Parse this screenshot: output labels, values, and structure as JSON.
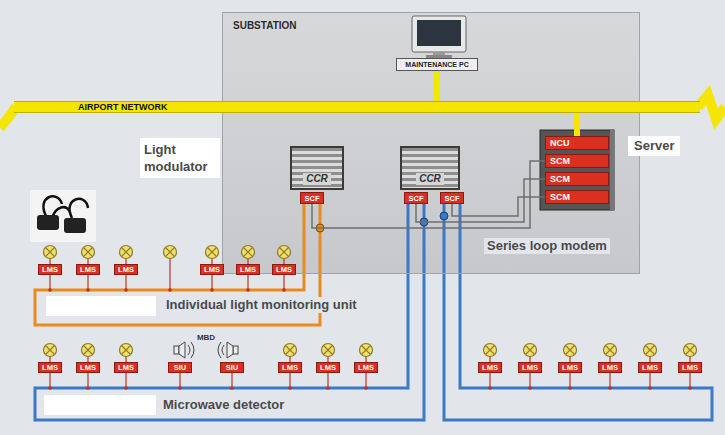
{
  "diagram": {
    "nodes": [
      {
        "text": [
          "SUBSTATION"
        ]
      },
      {
        "text": [
          "MAINTENANCE PC"
        ],
        "in": 0
      },
      {
        "text": [
          "AIRPORT NETWORK"
        ]
      },
      {
        "text": [
          "CCR"
        ],
        "in": 0
      },
      {
        "text": [
          "CCR"
        ],
        "in": 0
      },
      {
        "text": [
          "NCU"
        ],
        "in": 0
      },
      {
        "text": [
          "SCF"
        ],
        "in": 0
      },
      {
        "text": [
          "SCF"
        ],
        "in": 0
      },
      {
        "text": [
          "SCF"
        ],
        "in": 0
      },
      {
        "text": [
          "SCM"
        ],
        "in": 0
      },
      {
        "text": [
          "SCM"
        ],
        "in": 0
      },
      {
        "text": [
          "SCM"
        ],
        "in": 0
      },
      {
        "text": [
          "LMS"
        ]
      },
      {
        "text": [
          "LMS"
        ]
      },
      {
        "text": [
          "LMS"
        ]
      },
      {
        "text": [
          "LMS"
        ]
      },
      {
        "text": [
          "LMS"
        ]
      },
      {
        "text": [
          "LMS"
        ]
      },
      {
        "text": [
          "LMS"
        ]
      },
      {
        "text": [
          "LMS"
        ]
      },
      {
        "text": [
          "LMS"
        ]
      },
      {
        "text": [
          "SIU"
        ]
      },
      {
        "text": [
          "SIU"
        ]
      },
      {
        "text": [
          "LMS"
        ]
      },
      {
        "text": [
          "LMS"
        ]
      },
      {
        "text": [
          "LMS"
        ]
      },
      {
        "text": [
          "LMS"
        ]
      },
      {
        "text": [
          "LMS"
        ]
      },
      {
        "text": [
          "LMS"
        ]
      },
      {
        "text": [
          "LMS"
        ]
      },
      {
        "text": [
          "LMS"
        ]
      },
      {
        "text": [
          "LMS"
        ]
      }
    ],
    "edges": [
      {
        "from": 1,
        "to": 2,
        "arrow": "none"
      },
      {
        "from": 2,
        "to": 5,
        "arrow": "none"
      },
      {
        "from": 9,
        "to": 6,
        "arrow": "none"
      },
      {
        "from": 10,
        "to": 7,
        "arrow": "none"
      },
      {
        "from": 11,
        "to": 8,
        "arrow": "none"
      }
    ],
    "labels": [
      "Server",
      "Light modulator",
      "Series loop modem",
      "Individual light monitoring unit",
      "MBD",
      "Microwave detector"
    ]
  }
}
